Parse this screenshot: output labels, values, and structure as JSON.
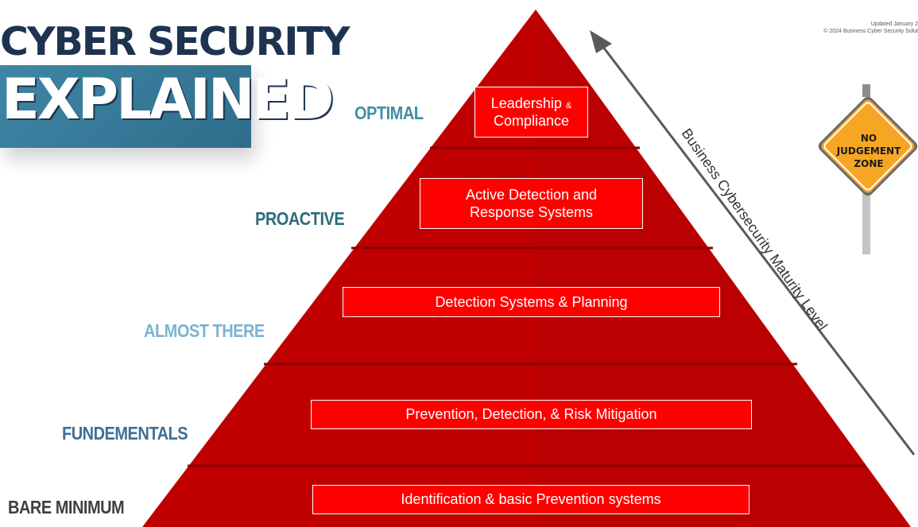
{
  "title": {
    "line1": "CYBER SECURITY",
    "line2": "EXPLAINED"
  },
  "credit": {
    "updated": "Updated January 2",
    "copyright": "© 2024 Business Cyber Security Solut"
  },
  "levels": [
    {
      "name": "OPTIMAL",
      "color": "#3f8fa6"
    },
    {
      "name": "PROACTIVE",
      "color": "#2f6b7e"
    },
    {
      "name": "ALMOST THERE",
      "color": "#7cb3cf"
    },
    {
      "name": "FUNDEMENTALS",
      "color": "#3f6f96"
    },
    {
      "name": "BARE MINIMUM",
      "color": "#404040"
    }
  ],
  "tiers": [
    {
      "label": "Leadership",
      "label_small": "&",
      "label2": "Compliance"
    },
    {
      "label": "Active Detection and",
      "label2": "Response Systems"
    },
    {
      "label": "Detection Systems & Planning"
    },
    {
      "label": "Prevention, Detection, & Risk Mitigation"
    },
    {
      "label": "Identification & basic Prevention systems"
    }
  ],
  "arrow": {
    "label": "Business Cybersecurity Maturity Level"
  },
  "sign": {
    "line1": "NO",
    "line2": "JUDGEMENT",
    "line3": "ZONE"
  },
  "colors": {
    "pyramid": "#c00000",
    "tier_box": "#ff0000",
    "sign": "#f6a623"
  }
}
